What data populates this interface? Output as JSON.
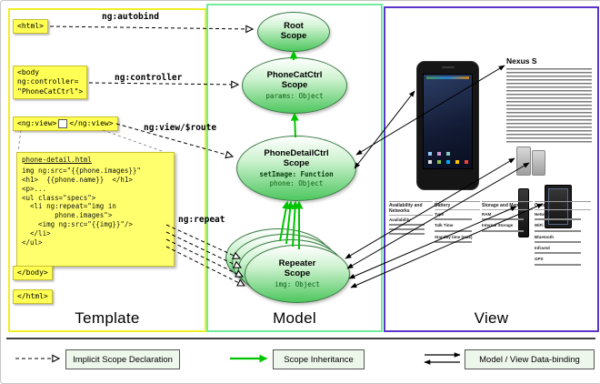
{
  "colors": {
    "template_border": "#f1ee25",
    "model_border": "#70eb9e",
    "view_border": "#5c33cb",
    "scope_fill_green": "#4ec75f",
    "inheritance_arrow_green": "#00c400",
    "note_yellow": "#ffff54"
  },
  "panels": {
    "template": "Template",
    "model": "Model",
    "view": "View"
  },
  "template": {
    "labels": {
      "autobind": "ng:autobind",
      "controller": "ng:controller",
      "view_route": "ng:view/$route",
      "repeat": "ng:repeat"
    },
    "tags": {
      "html_open": "<html>",
      "html_close": "</html>",
      "body_close": "</body>",
      "ngview_open": "<ng:view>",
      "ngview_close": "</ng:view>"
    },
    "body_tag_lines": [
      "<body",
      "ng:controller=",
      "\"PhoneCatCtrl\">"
    ],
    "detail_box": {
      "title": "phone-detail.html",
      "lines": [
        "img ng:src=\"{{phone.images}}\"",
        "<h1>  {{phone.name}}  </h1>",
        "<p>...",
        "<ul class=\"specs\">",
        "  <li ng:repeat=\"img in",
        "        phone.images\">",
        "    <img ng:src=\"{{img}}\"/>",
        "  </li>",
        "</ul>"
      ]
    }
  },
  "model": {
    "root": {
      "title1": "Root",
      "title2": "Scope"
    },
    "phonecat": {
      "title1": "PhoneCatCtrl",
      "title2": "Scope",
      "prop1": "params: Object"
    },
    "phonedetail": {
      "title1": "PhoneDetailCtrl",
      "title2": "Scope",
      "prop1": "setImage: Function",
      "prop2": "phone: Object"
    },
    "repeater": {
      "title1": "Repeater",
      "title2": "Scope",
      "prop1": "img: Object"
    }
  },
  "view": {
    "page_title": "Nexus S",
    "spec_columns": [
      {
        "header": "Availability and Networks",
        "rows": [
          "Availability"
        ]
      },
      {
        "header": "Battery",
        "rows": [
          "Type",
          "Talk Time",
          "Standby time (max)"
        ]
      },
      {
        "header": "Storage and Memory",
        "rows": [
          "RAM",
          "Internal Storage"
        ]
      },
      {
        "header": "Connectivity",
        "rows": [
          "Network Support",
          "WiFi",
          "Bluetooth",
          "Infrared",
          "GPS"
        ]
      }
    ]
  },
  "legend": {
    "implicit": "Implicit Scope Declaration",
    "inheritance": "Scope Inheritance",
    "databinding": "Model / View Data-binding"
  }
}
